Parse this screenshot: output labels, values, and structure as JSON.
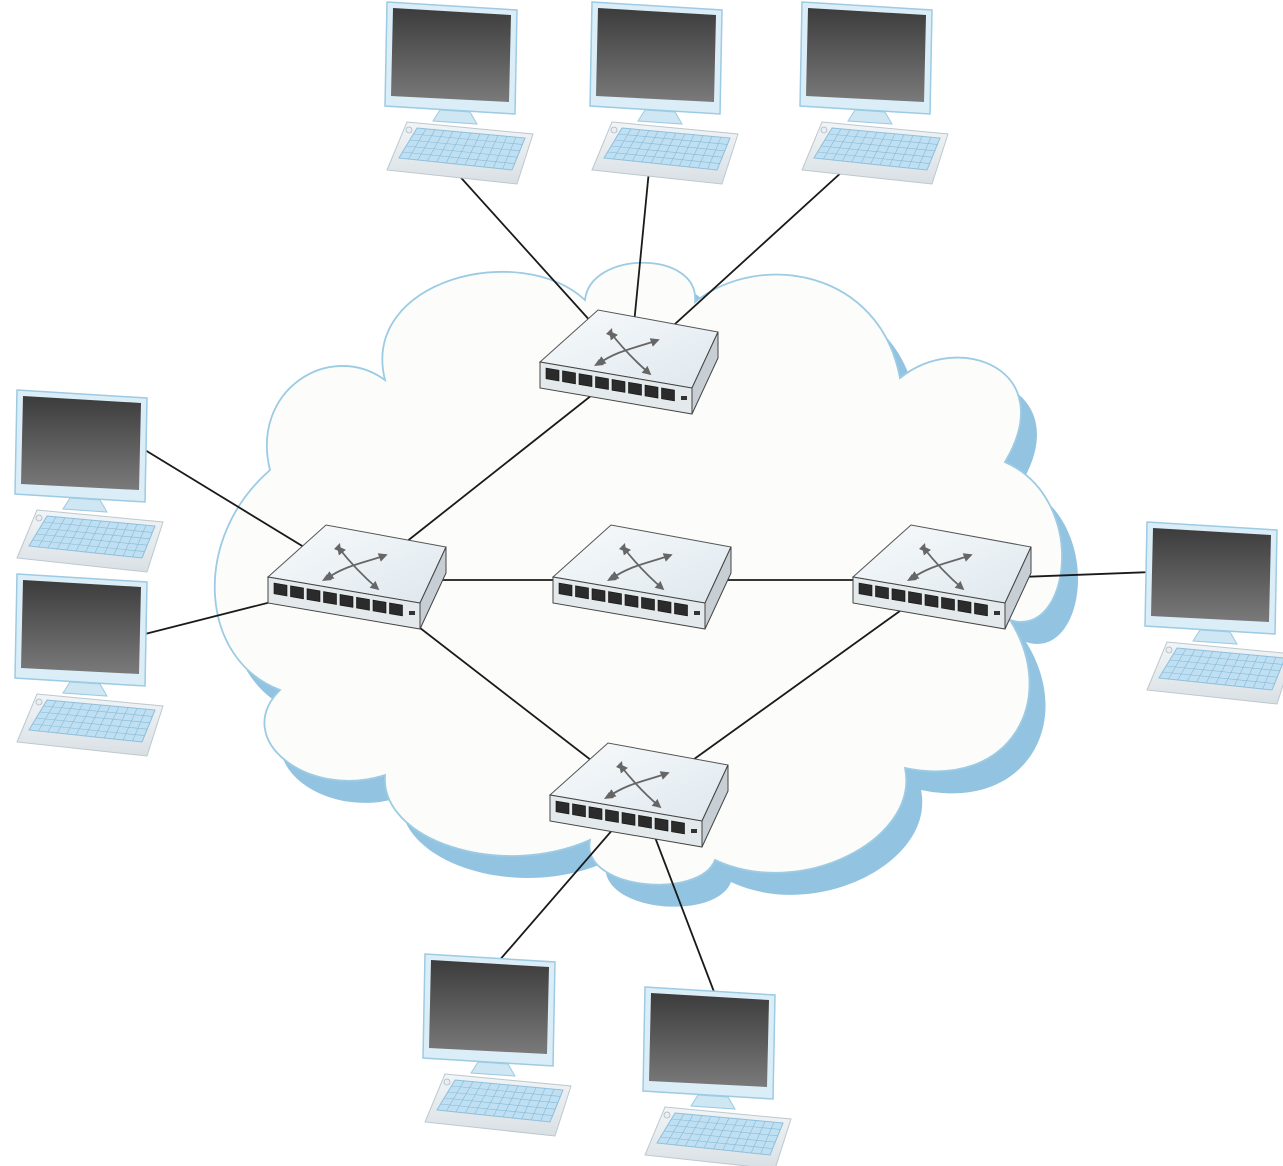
{
  "diagram": {
    "type": "network-topology",
    "colors": {
      "cloud_fill": "#fcfcfa",
      "cloud_outline": "#9ccbe3",
      "cloud_shadow": "#92c4e2",
      "link": "#1a1a1a",
      "monitor_screen": "#5a5a5a",
      "keyboard_keys": "#bfe0f2",
      "switch_body": "#eef3f6"
    },
    "switches": [
      {
        "id": "sw-top",
        "icon": "network-switch-icon",
        "ports": 8
      },
      {
        "id": "sw-left",
        "icon": "network-switch-icon",
        "ports": 8
      },
      {
        "id": "sw-center",
        "icon": "network-switch-icon",
        "ports": 8
      },
      {
        "id": "sw-right",
        "icon": "network-switch-icon",
        "ports": 8
      },
      {
        "id": "sw-bottom",
        "icon": "network-switch-icon",
        "ports": 8
      }
    ],
    "computers": [
      {
        "id": "pc-top-1",
        "icon": "laptop-computer-icon"
      },
      {
        "id": "pc-top-2",
        "icon": "laptop-computer-icon"
      },
      {
        "id": "pc-top-3",
        "icon": "laptop-computer-icon"
      },
      {
        "id": "pc-left-1",
        "icon": "laptop-computer-icon"
      },
      {
        "id": "pc-left-2",
        "icon": "laptop-computer-icon"
      },
      {
        "id": "pc-right-1",
        "icon": "laptop-computer-icon"
      },
      {
        "id": "pc-bottom-1",
        "icon": "laptop-computer-icon"
      },
      {
        "id": "pc-bottom-2",
        "icon": "laptop-computer-icon"
      }
    ],
    "links": [
      [
        "pc-top-1",
        "sw-top"
      ],
      [
        "pc-top-2",
        "sw-top"
      ],
      [
        "pc-top-3",
        "sw-top"
      ],
      [
        "sw-top",
        "sw-left"
      ],
      [
        "pc-left-1",
        "sw-left"
      ],
      [
        "pc-left-2",
        "sw-left"
      ],
      [
        "sw-left",
        "sw-center"
      ],
      [
        "sw-center",
        "sw-right"
      ],
      [
        "sw-left",
        "sw-bottom"
      ],
      [
        "sw-right",
        "sw-bottom"
      ],
      [
        "sw-right",
        "pc-right-1"
      ],
      [
        "sw-bottom",
        "pc-bottom-1"
      ],
      [
        "sw-bottom",
        "pc-bottom-2"
      ]
    ]
  }
}
